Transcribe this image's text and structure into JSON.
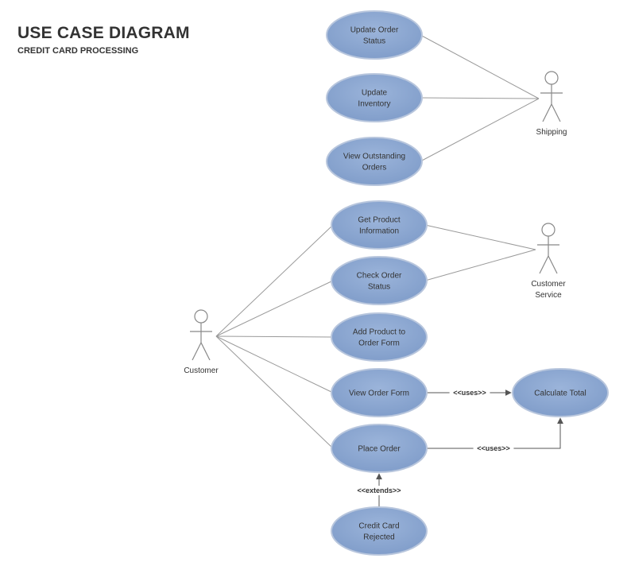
{
  "header": {
    "title": "USE CASE DIAGRAM",
    "subtitle": "CREDIT CARD PROCESSING"
  },
  "colors": {
    "usecase_fill": "#8ea9d1",
    "usecase_stroke": "#b8c6dd",
    "line": "#9a9a9a",
    "text": "#333333",
    "arrow": "#555555"
  },
  "actors": [
    {
      "id": "shipping",
      "label": "Shipping"
    },
    {
      "id": "customer_service",
      "label": "Customer\nService"
    },
    {
      "id": "customer",
      "label": "Customer"
    }
  ],
  "use_cases": [
    {
      "id": "update_order_status",
      "label": "Update Order\nStatus"
    },
    {
      "id": "update_inventory",
      "label": "Update\nInventory"
    },
    {
      "id": "view_outstanding_orders",
      "label": "View Outstanding\nOrders"
    },
    {
      "id": "get_product_information",
      "label": "Get Product\nInformation"
    },
    {
      "id": "check_order_status",
      "label": "Check Order\nStatus"
    },
    {
      "id": "add_product_to_order_form",
      "label": "Add Product to\nOrder Form"
    },
    {
      "id": "view_order_form",
      "label": "View Order Form"
    },
    {
      "id": "place_order",
      "label": "Place Order"
    },
    {
      "id": "credit_card_rejected",
      "label": "Credit Card\nRejected"
    },
    {
      "id": "calculate_total",
      "label": "Calculate Total"
    }
  ],
  "associations": [
    {
      "actor": "shipping",
      "use_case": "update_order_status"
    },
    {
      "actor": "shipping",
      "use_case": "update_inventory"
    },
    {
      "actor": "shipping",
      "use_case": "view_outstanding_orders"
    },
    {
      "actor": "customer_service",
      "use_case": "get_product_information"
    },
    {
      "actor": "customer_service",
      "use_case": "check_order_status"
    },
    {
      "actor": "customer",
      "use_case": "get_product_information"
    },
    {
      "actor": "customer",
      "use_case": "check_order_status"
    },
    {
      "actor": "customer",
      "use_case": "add_product_to_order_form"
    },
    {
      "actor": "customer",
      "use_case": "view_order_form"
    },
    {
      "actor": "customer",
      "use_case": "place_order"
    }
  ],
  "relations": [
    {
      "from": "view_order_form",
      "to": "calculate_total",
      "label": "<<uses>>"
    },
    {
      "from": "place_order",
      "to": "calculate_total",
      "label": "<<uses>>"
    },
    {
      "from": "credit_card_rejected",
      "to": "place_order",
      "label": "<<extends>>"
    }
  ]
}
